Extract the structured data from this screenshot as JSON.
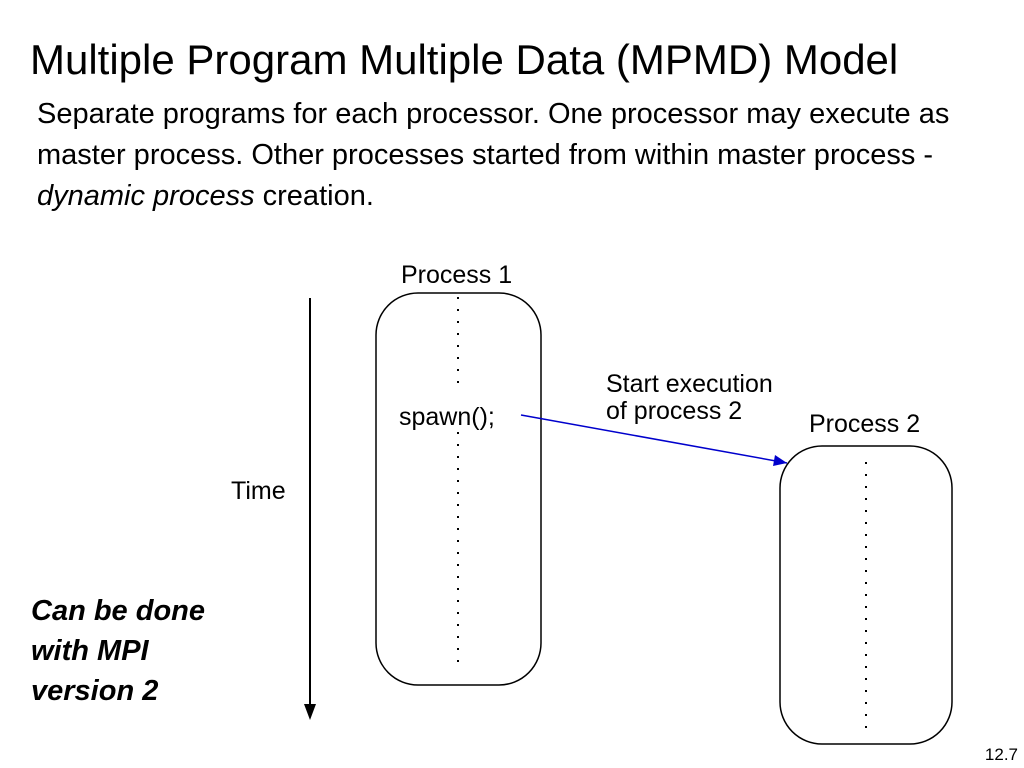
{
  "slide": {
    "title": "Multiple Program Multiple Data (MPMD) Model",
    "description": {
      "part1": "Separate programs for each processor. One processor  may execute as master process. Other processes started from within master process - ",
      "emphasis": "dynamic process",
      "part2": " creation."
    },
    "number": "12.7"
  },
  "diagram": {
    "process1_label": "Process 1",
    "process2_label": "Process 2",
    "spawn_label": "spawn();",
    "arrow_label_line1": "Start execution",
    "arrow_label_line2": "of process 2",
    "time_label": "Time",
    "arrow_color": "#0000cc"
  },
  "note": {
    "lines": [
      "Can be done",
      "with MPI",
      "version 2"
    ]
  }
}
